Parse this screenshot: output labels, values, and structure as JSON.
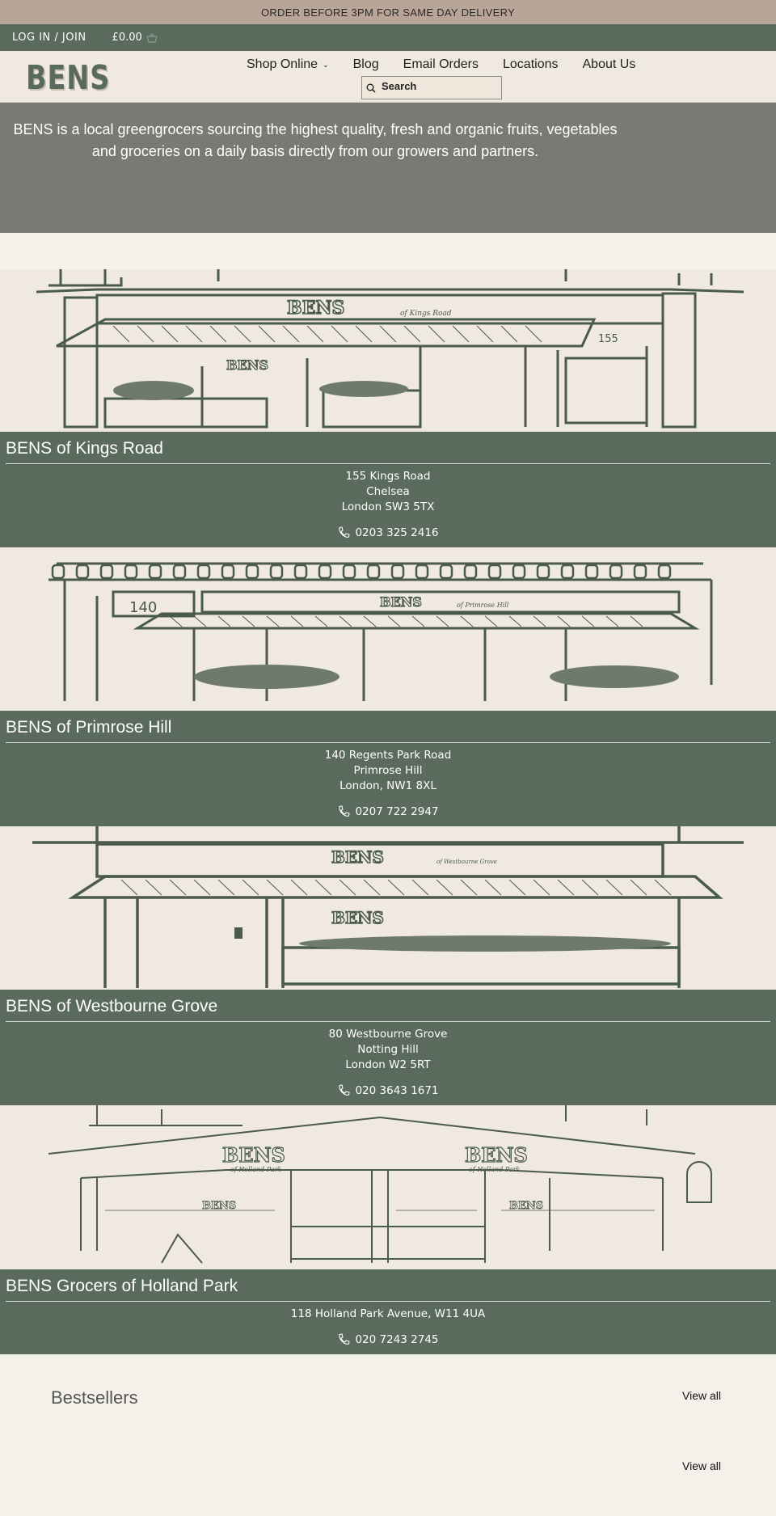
{
  "announcement": "ORDER BEFORE 3PM FOR SAME DAY DELIVERY",
  "account": {
    "login_label": "LOG IN / JOIN",
    "cart_total": "£0.00"
  },
  "header": {
    "logo_text": "BENS",
    "nav": [
      {
        "label": "Shop Online",
        "has_dropdown": true
      },
      {
        "label": "Blog"
      },
      {
        "label": "Email Orders"
      },
      {
        "label": "Locations"
      },
      {
        "label": "About Us"
      }
    ],
    "search_placeholder": "Search"
  },
  "hero_text": "BENS is a local greengrocers sourcing the highest quality, fresh and organic fruits, vegetables and groceries on a daily basis directly from our growers and partners.",
  "stores": [
    {
      "name": "BENS of Kings Road",
      "sign_name": "BENS",
      "sign_sub": "of Kings Road",
      "number": "155",
      "address": [
        "155 Kings Road",
        "Chelsea",
        "London SW3 5TX"
      ],
      "phone": "0203 325 2416"
    },
    {
      "name": "BENS of Primrose Hill",
      "sign_name": "BENS",
      "sign_sub": "of Primrose Hill",
      "number": "140",
      "address": [
        "140 Regents Park Road",
        "Primrose Hill",
        "London, NW1 8XL"
      ],
      "phone": "0207 722 2947"
    },
    {
      "name": "BENS of Westbourne Grove",
      "sign_name": "BENS",
      "sign_sub": "of Westbourne Grove",
      "number": "",
      "address": [
        "80 Westbourne Grove",
        "Notting Hill",
        "London W2 5RT"
      ],
      "phone": "020 3643 1671"
    },
    {
      "name": "BENS Grocers of Holland Park",
      "sign_name": "BENS",
      "sign_sub": "of Holland Park",
      "number": "",
      "address": [
        "118 Holland Park Avenue, W11 4UA"
      ],
      "phone": "020 7243 2745"
    }
  ],
  "bestsellers": {
    "title": "Bestsellers",
    "view_all": "View all"
  },
  "colors": {
    "brand_green": "#5a6a5c",
    "announcement_bg": "#b9a597",
    "hero_bg": "#7b7974",
    "cream": "#f0e9df"
  }
}
